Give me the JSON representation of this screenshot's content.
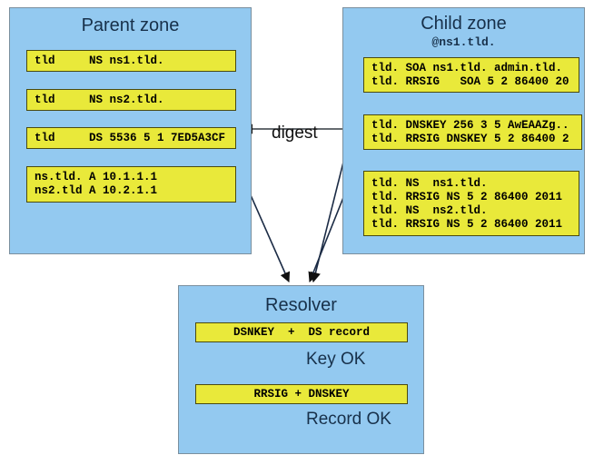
{
  "diagram": {
    "title": "DNSSEC chain of trust validation",
    "background_color": "#ffffff",
    "zone_color": "#93c9f0",
    "record_color": "#e9e93a",
    "text_color": "#17304a"
  },
  "parent_zone": {
    "title": "Parent zone",
    "records": [
      {
        "name": "ns1-delegation",
        "text": "tld     NS ns1.tld."
      },
      {
        "name": "ns2-delegation",
        "text": "tld     NS ns2.tld."
      },
      {
        "name": "ds-record",
        "text": "tld     DS 5536 5 1 7ED5A3CF"
      },
      {
        "name": "glue-a-records",
        "text": "ns.tld. A 10.1.1.1\nns2.tld A 10.2.1.1"
      }
    ]
  },
  "child_zone": {
    "title": "Child zone",
    "subtitle": "@ns1.tld.",
    "records": [
      {
        "name": "soa-record",
        "text": "tld. SOA ns1.tld. admin.tld.\ntld. RRSIG   SOA 5 2 86400 20"
      },
      {
        "name": "dnskey-record",
        "text": "tld. DNSKEY 256 3 5 AwEAAZg..\ntld. RRSIG DNSKEY 5 2 86400 2"
      },
      {
        "name": "ns-records",
        "text": "tld. NS  ns1.tld.\ntld. RRSIG NS 5 2 86400 2011\ntld. NS  ns2.tld.\ntld. RRSIG NS 5 2 86400 2011"
      }
    ]
  },
  "resolver": {
    "title": "Resolver",
    "steps": [
      {
        "name": "key-check",
        "text": "DSNKEY  +  DS record"
      },
      {
        "name": "record-check",
        "text": "RRSIG + DNSKEY"
      }
    ]
  },
  "labels": {
    "digest": "digest",
    "key_ok": "Key OK",
    "record_ok": "Record OK"
  }
}
